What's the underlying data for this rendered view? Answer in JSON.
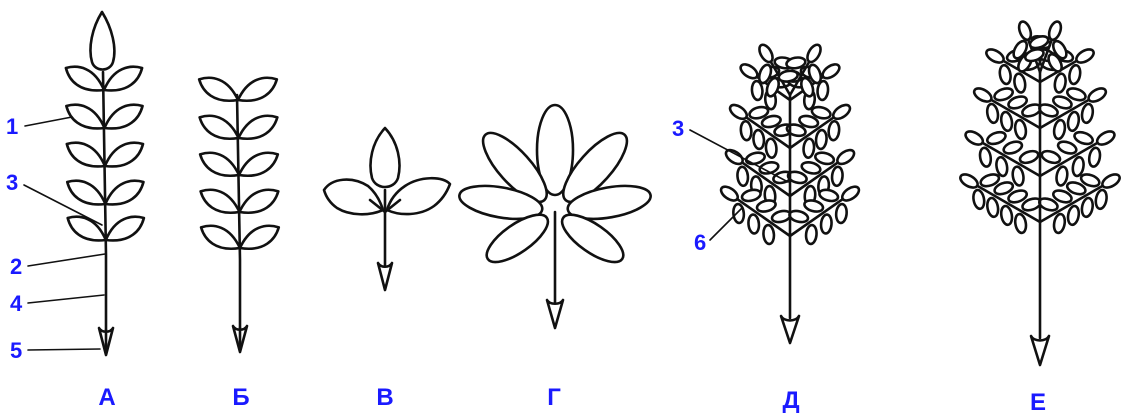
{
  "colors": {
    "label": "#1a1aff",
    "ink": "#111111",
    "background": "#ffffff"
  },
  "figures": [
    {
      "id": "A",
      "label": "А"
    },
    {
      "id": "B",
      "label": "Б"
    },
    {
      "id": "V",
      "label": "В"
    },
    {
      "id": "G",
      "label": "Г"
    },
    {
      "id": "D",
      "label": "Д"
    },
    {
      "id": "E",
      "label": "Е"
    }
  ],
  "callouts": {
    "a1": "1",
    "a3": "3",
    "a2": "2",
    "a4": "4",
    "a5": "5",
    "d3": "3",
    "d6": "6"
  }
}
